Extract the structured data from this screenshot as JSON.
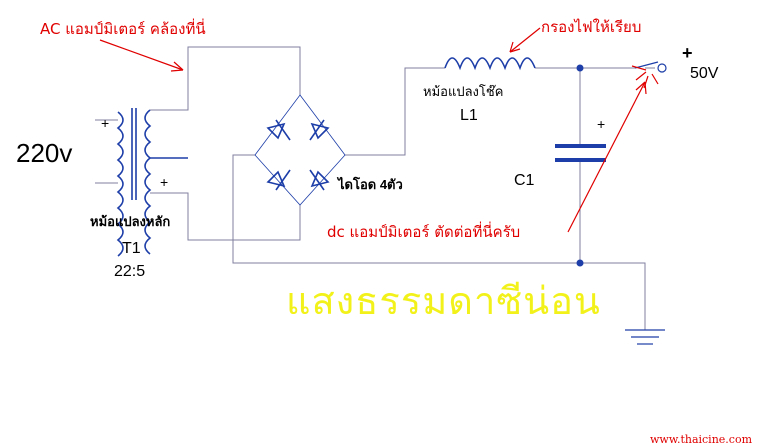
{
  "annotations": {
    "ac_meter": "AC แอมป์มิเตอร์ คล้องที่นี่",
    "filter": "กรองไฟให้เรียบ",
    "dc_meter": "dc แอมป์มิเตอร์ ตัดต่อที่นี่ครับ"
  },
  "input_voltage": "220v",
  "output": {
    "plus": "+",
    "voltage": "50V"
  },
  "transformer": {
    "primary_plus": "+",
    "secondary_plus": "+",
    "caption": "หม้อแปลงหลัก",
    "ref": "T1",
    "ratio": "22:5"
  },
  "choke": {
    "caption": "หม้อแปลงโช๊ค",
    "ref": "L1"
  },
  "diodes": {
    "caption": "ไดโอด 4ตัว"
  },
  "capacitor": {
    "ref": "C1",
    "plus": "+"
  },
  "watermark": "แสงธรรมดาซีน่อน",
  "website": "www.thaicine.com",
  "colors": {
    "wire": "#7f7f9f",
    "component": "#1d3ea8",
    "annotation": "#e00000",
    "watermark": "#f2f21a",
    "node": "#1d3ea8"
  }
}
